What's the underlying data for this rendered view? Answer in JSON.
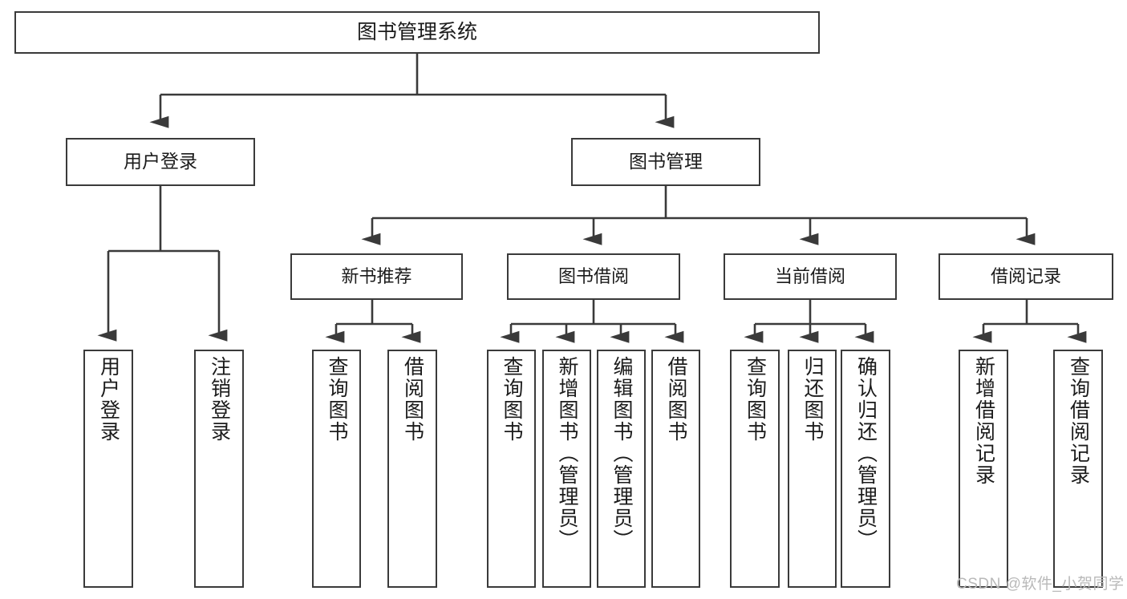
{
  "diagram": {
    "title": "图书管理系统",
    "type": "tree-hierarchy-diagram",
    "root": {
      "label": "图书管理系统"
    },
    "level2": [
      {
        "label": "用户登录"
      },
      {
        "label": "图书管理"
      }
    ],
    "level3": [
      {
        "label": "新书推荐"
      },
      {
        "label": "图书借阅"
      },
      {
        "label": "当前借阅"
      },
      {
        "label": "借阅记录"
      }
    ],
    "leaves": {
      "user_login": [
        {
          "label": "用户登录"
        },
        {
          "label": "注销登录"
        }
      ],
      "new_book_recommend": [
        {
          "label": "查询图书"
        },
        {
          "label": "借阅图书"
        }
      ],
      "book_borrow": [
        {
          "label": "查询图书"
        },
        {
          "label": "新增图书（管理员）"
        },
        {
          "label": "编辑图书（管理员）"
        },
        {
          "label": "借阅图书"
        }
      ],
      "current_borrow": [
        {
          "label": "查询图书"
        },
        {
          "label": "归还图书"
        },
        {
          "label": "确认归还（管理员）"
        }
      ],
      "borrow_record": [
        {
          "label": "新增借阅记录"
        },
        {
          "label": "查询借阅记录"
        }
      ]
    }
  },
  "watermark": {
    "text": "CSDN @软件_小贺同学"
  },
  "colors": {
    "stroke": "#3a3a3a",
    "text": "#1b1b1b",
    "background": "#ffffff",
    "watermark": "#b9b9b9"
  }
}
